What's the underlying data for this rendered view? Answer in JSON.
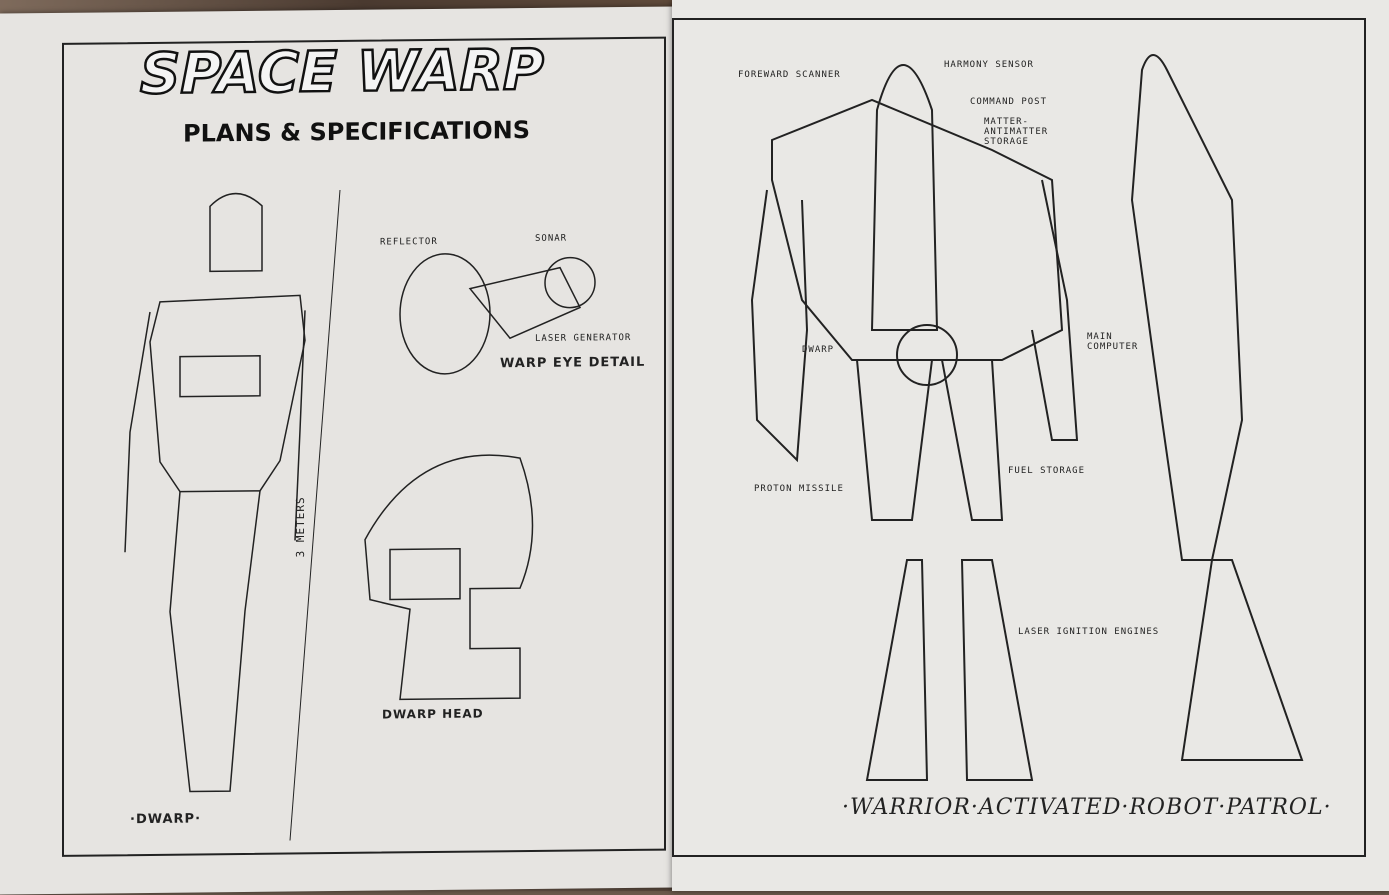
{
  "left_page": {
    "title": "SPACE WARP",
    "subtitle": "PLANS & SPECIFICATIONS",
    "height_label": "3 METERS",
    "warp_eye": {
      "title": "WARP EYE DETAIL",
      "labels": [
        "REFLECTOR",
        "SONAR",
        "LASER GENERATOR"
      ]
    },
    "head": {
      "title": "DWARP HEAD"
    },
    "figure_caption": "·DWARP·"
  },
  "right_page": {
    "labels": [
      "FOREWARD SCANNER",
      "HARMONY SENSOR",
      "COMMAND POST",
      "MATTER-ANTIMATTER STORAGE",
      "DWARP",
      "MAIN COMPUTER",
      "PROTON MISSILE",
      "FUEL STORAGE",
      "LASER IGNITION ENGINES"
    ],
    "caption": "·WARRIOR·ACTIVATED·ROBOT·PATROL·"
  }
}
